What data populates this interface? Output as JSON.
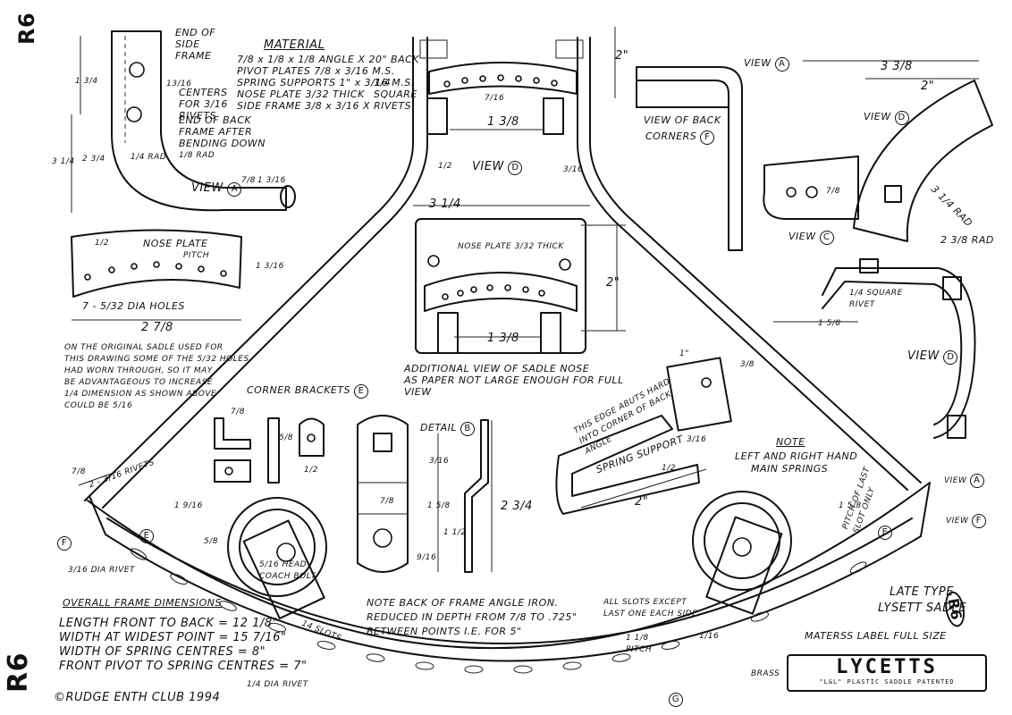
{
  "sheet": {
    "ref_top": "R6",
    "ref_left": "R6",
    "ref_right": "R6",
    "title_line1": "LATE TYPE",
    "title_line2": "LYSETT SADLE",
    "copyright": "©RUDGE ENTH CLUB 1994",
    "maters_label": "MATERSS LABEL FULL SIZE",
    "brass": "BRASS",
    "badge_main": "LYCETTS",
    "badge_sub": "\"L&L\" PLASTIC SADDLE PATENTED"
  },
  "material": {
    "heading": "MATERIAL",
    "lines": [
      "7/8 x 1/8 x 1/8 ANGLE X 20\" BACK",
      "PIVOT PLATES 7/8 x 3/16 M.S.",
      "SPRING SUPPORTS 1\" x 3/16 M.S.",
      "NOSE PLATE 3/32 THICK",
      "SIDE FRAME 3/8 x 3/16 X"
    ],
    "rivets": "1/4 SQUARE RIVETS"
  },
  "top_left": {
    "end_side": "END OF SIDE FRAME",
    "centers": "CENTERS FOR 3/16 RIVETS",
    "end_back": "END OF BACK FRAME AFTER BENDING DOWN",
    "rad": "1/4 RAD",
    "rad2": "1/8 RAD",
    "view_a": "VIEW",
    "dims": [
      "1 3/4",
      "3 1/4",
      "2 3/4",
      "7/8",
      "1 3/16",
      "13/16"
    ]
  },
  "nose_plate": {
    "label": "NOSE PLATE",
    "holes": "7 - 5/32 DIA HOLES",
    "width": "2 7/8",
    "height": "1 3/16",
    "pitch": "PITCH",
    "dim_half": "1/2"
  },
  "note_left": {
    "lines": [
      "ON THE ORIGINAL SADLE USED FOR",
      "THIS DRAWING SOME OF THE 5/32 HOLES",
      "HAD WORN THROUGH, SO IT MAY",
      "BE ADVANTAGEOUS TO INCREASE",
      "1/4 DIMENSION AS    SHOWN ABOVE",
      "COULD BE 5/16"
    ]
  },
  "centre": {
    "view_d": "VIEW",
    "dim_13_8": "1 3/8",
    "dim_half": "1/2",
    "dim_7_16": "7/16",
    "dim_3_16": "3/16",
    "dim_3_14": "3 1/4",
    "dim_2": "2\"",
    "nose_thick": "NOSE PLATE 3/32 THICK",
    "extra_view": "ADDITIONAL VIEW OF SADLE NOSE",
    "extra_view2": "AS PAPER NOT LARGE ENOUGH FOR FULL",
    "extra_view3": "VIEW",
    "dim_1_38b": "1 3/8"
  },
  "top_right": {
    "view_back": "VIEW OF BACK",
    "corners": "CORNERS",
    "view_a": "VIEW",
    "view_d": "VIEW",
    "view_c": "VIEW",
    "dim_338": "3 3/8",
    "dim_2": "2\"",
    "rad_314": "3 1/4 RAD",
    "rad_238": "2 3/8 RAD",
    "dim_78": "7/8",
    "sq_rivet": "1/4 SQUARE RIVET",
    "dim_158": "1 5/8",
    "view_d2": "VIEW"
  },
  "brackets": {
    "heading": "CORNER BRACKETS",
    "dim_78": "7/8",
    "dim_58": "5/8",
    "dim_12": "1/2",
    "detail_b": "DETAIL",
    "dim_316": "3/16",
    "dim_158": "1 5/8",
    "dim_234": "2 3/4",
    "dim_112": "1 1/2",
    "dim_916": "9/16",
    "dim_78b": "7/8"
  },
  "spring_support": {
    "label": "SPRING SUPPORT",
    "edge_note": "THIS EDGE ABUTS HARD INTO CORNER OF BACK ANGLE",
    "dim_1": "1\"",
    "dim_2": "2\"",
    "dim_38": "3/8",
    "dim_12": "1/2",
    "dim_316": "3/16"
  },
  "note_right": {
    "heading": "NOTE",
    "line1": "LEFT AND RIGHT HAND",
    "line2": "MAIN SPRINGS"
  },
  "frame": {
    "rivets_top": "2 - 3/16 RIVETS",
    "dim_78": "7/8",
    "dim_1916": "1 9/16",
    "dim_58": "5/8",
    "rivet_316": "3/16 DIA RIVET",
    "coach_bolt": "5/16 HEAD COACH BOLT",
    "slots": "14 SLOTS",
    "rivet_14": "1/4 DIA RIVET",
    "note_back": "NOTE BACK OF FRAME ANGLE IRON.",
    "note_back2": "REDUCED IN DEPTH FROM 7/8 TO .725\"",
    "note_back3": "BETWEEN POINTS  I.E. FOR 5\"",
    "all_slots": "ALL SLOTS EXCEPT LAST ONE EACH SIDE",
    "pitch": "1 1/8 PITCH",
    "dim_116": "1/16",
    "pitch_last": "PITCH OF LAST SLOT ONLY",
    "dim_158": "1 5/8",
    "view_a": "VIEW",
    "view_f": "VIEW"
  },
  "overall": {
    "heading": "OVERALL FRAME DIMENSIONS",
    "lines": [
      "LENGTH FRONT TO BACK = 12 1/8\"",
      "WIDTH AT WIDEST POINT = 15 7/16\"",
      "WIDTH OF SPRING CENTRES = 8\"",
      "FRONT PIVOT TO SPRING CENTRES = 7\""
    ]
  },
  "markers": {
    "a": "A",
    "b": "B",
    "c": "C",
    "d": "D",
    "e": "E",
    "f": "F",
    "g": "G"
  }
}
